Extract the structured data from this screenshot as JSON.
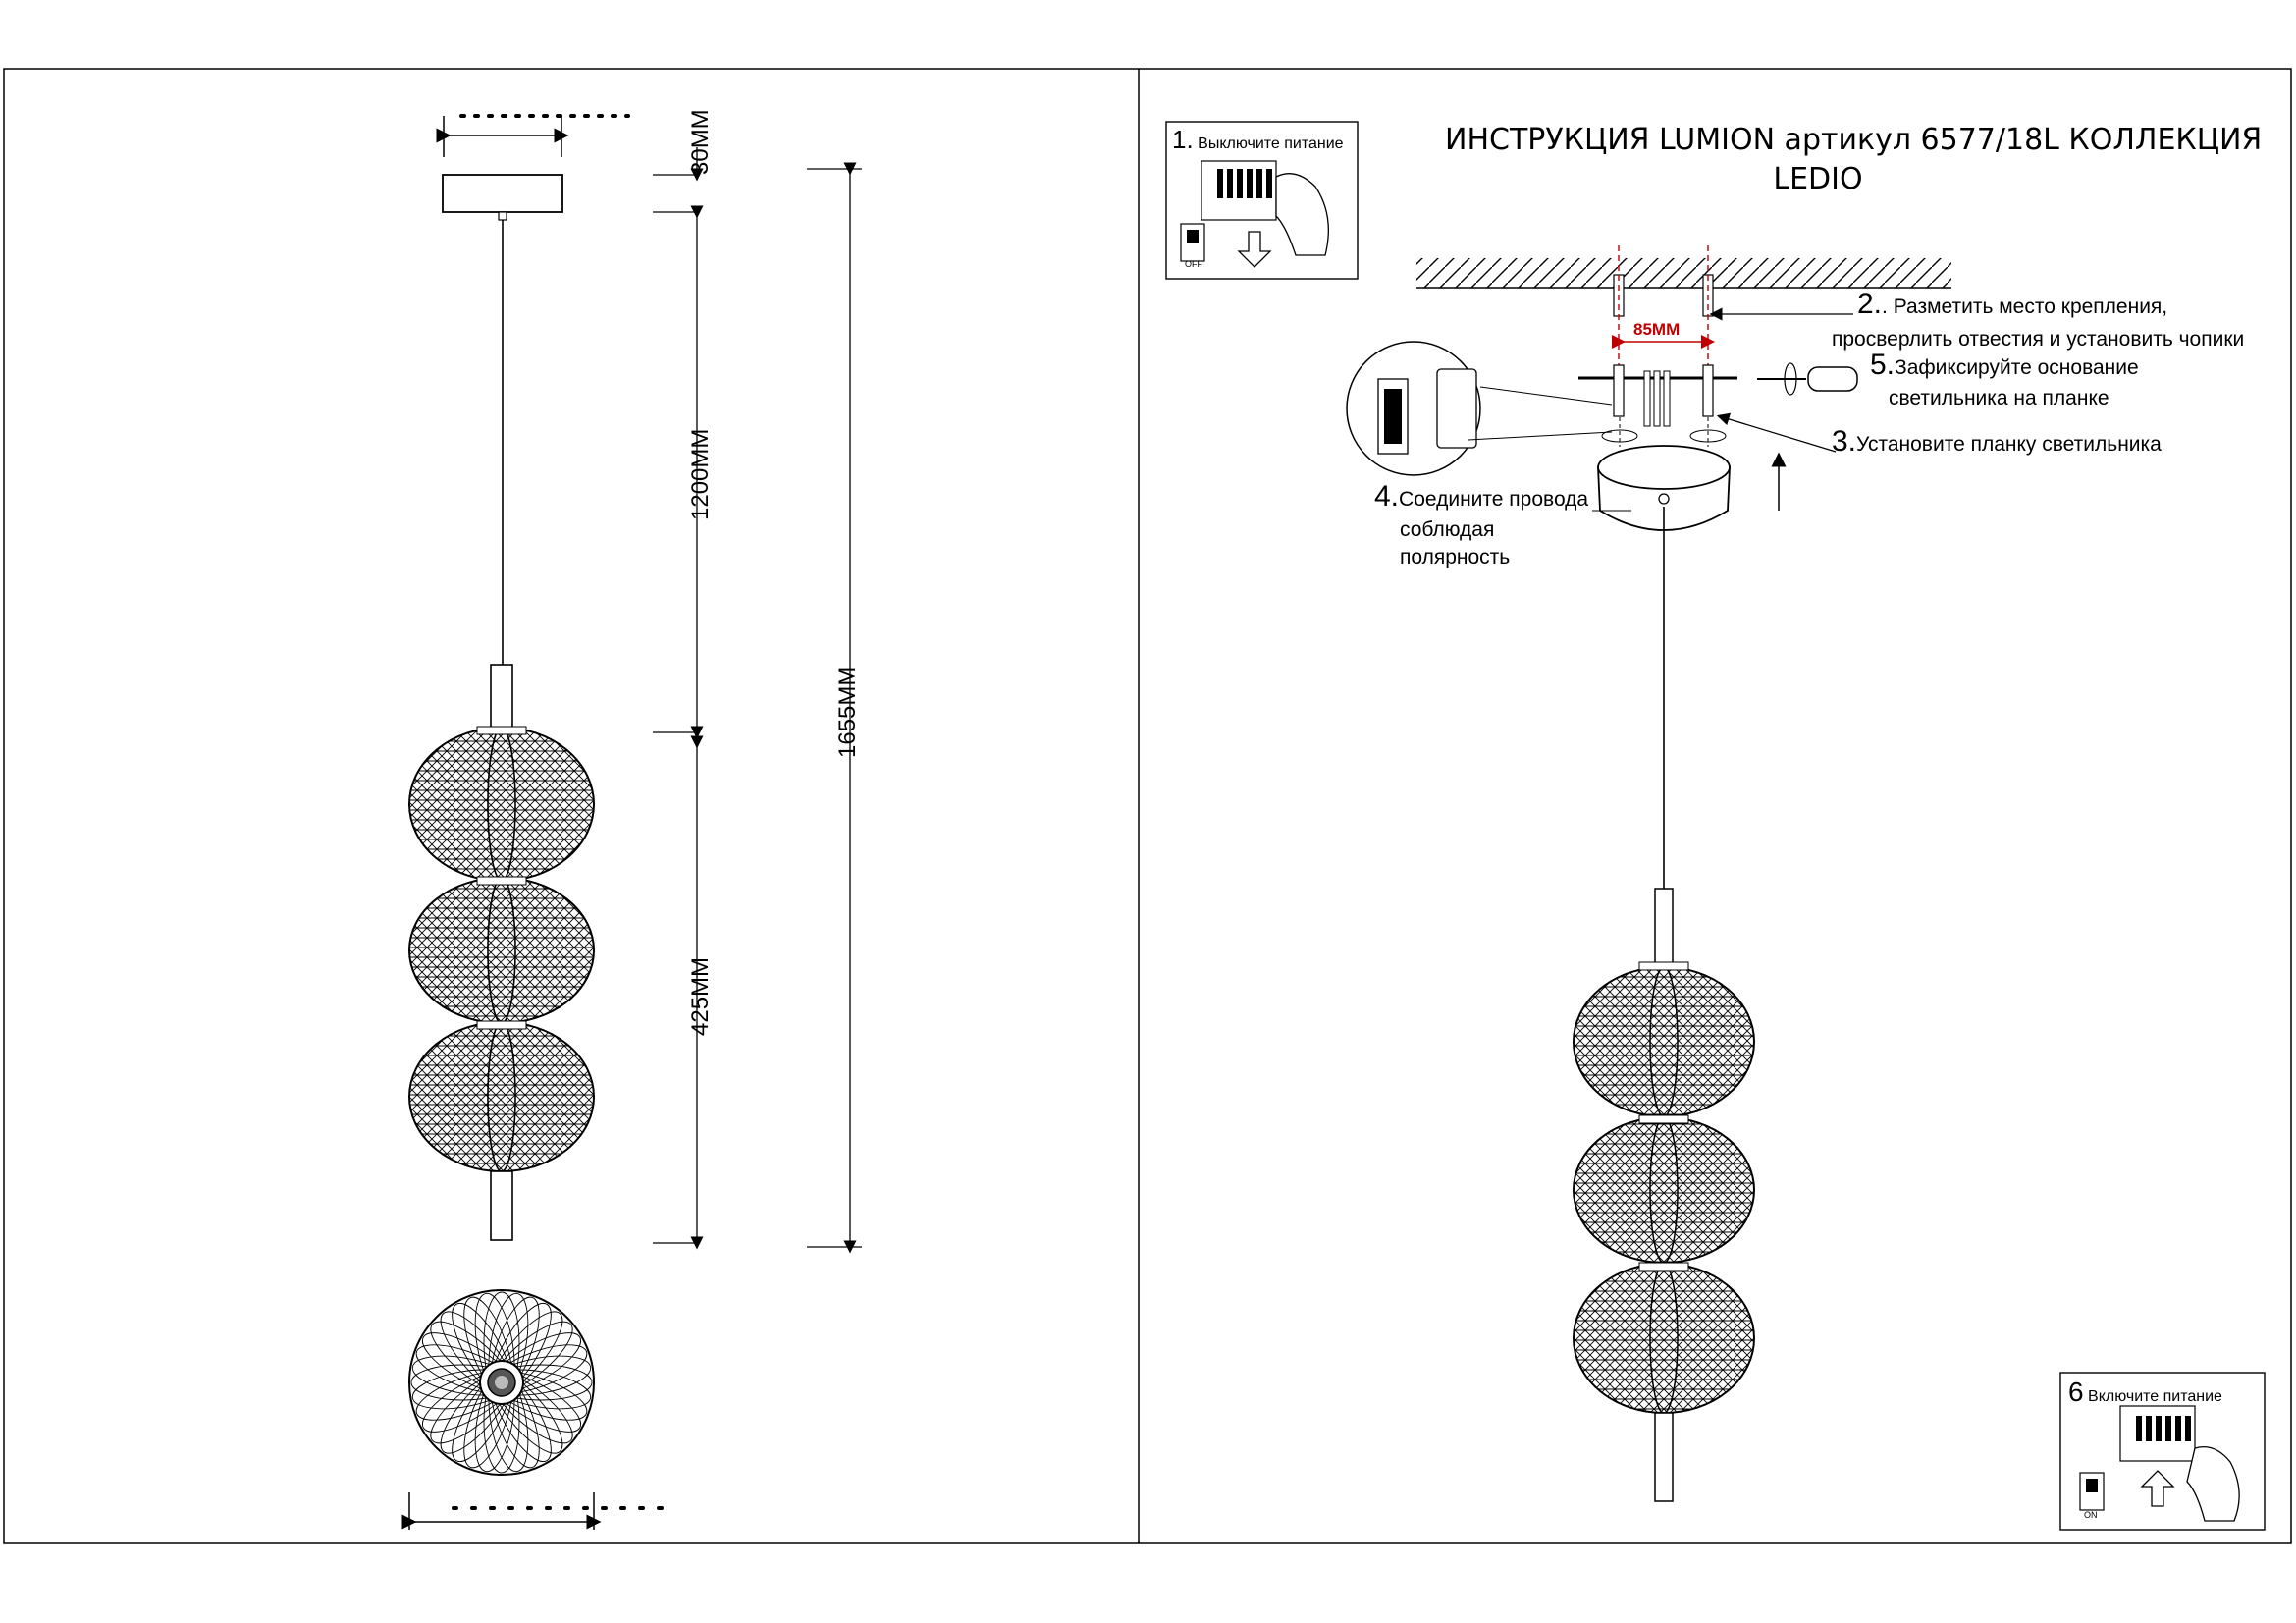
{
  "document": {
    "title_line1": "ИНСТРУКЦИЯ LUMION артикул 6577/18L КОЛЛЕКЦИЯ",
    "title_line2": "LEDIO"
  },
  "dimensions": {
    "canopy_height": "30MM",
    "cable_length": "1200MM",
    "total_height": "1655MM",
    "body_height": "425MM",
    "mount_spacing": "85MM"
  },
  "steps": {
    "step1": {
      "num": "1.",
      "text": "Выключите питание",
      "switch_state": "OFF"
    },
    "step2": {
      "num": "2.",
      "text_line1": ". Разметить место крепления,",
      "text_line2": "просверлить отвестия и установить чопики"
    },
    "step3": {
      "num": "3.",
      "text": "Установите планку светильника"
    },
    "step4": {
      "num": "4.",
      "text_line1": "Соедините провода",
      "text_line2": "соблюдая",
      "text_line3": "полярность"
    },
    "step5": {
      "num": "5.",
      "text_line1": "Зафиксируйте основание",
      "text_line2": "светильника на планке"
    },
    "step6": {
      "num": "6",
      "text": "Включите питание",
      "switch_state": "ON"
    }
  },
  "colors": {
    "line": "#000000",
    "dimension_red": "#c00000"
  }
}
